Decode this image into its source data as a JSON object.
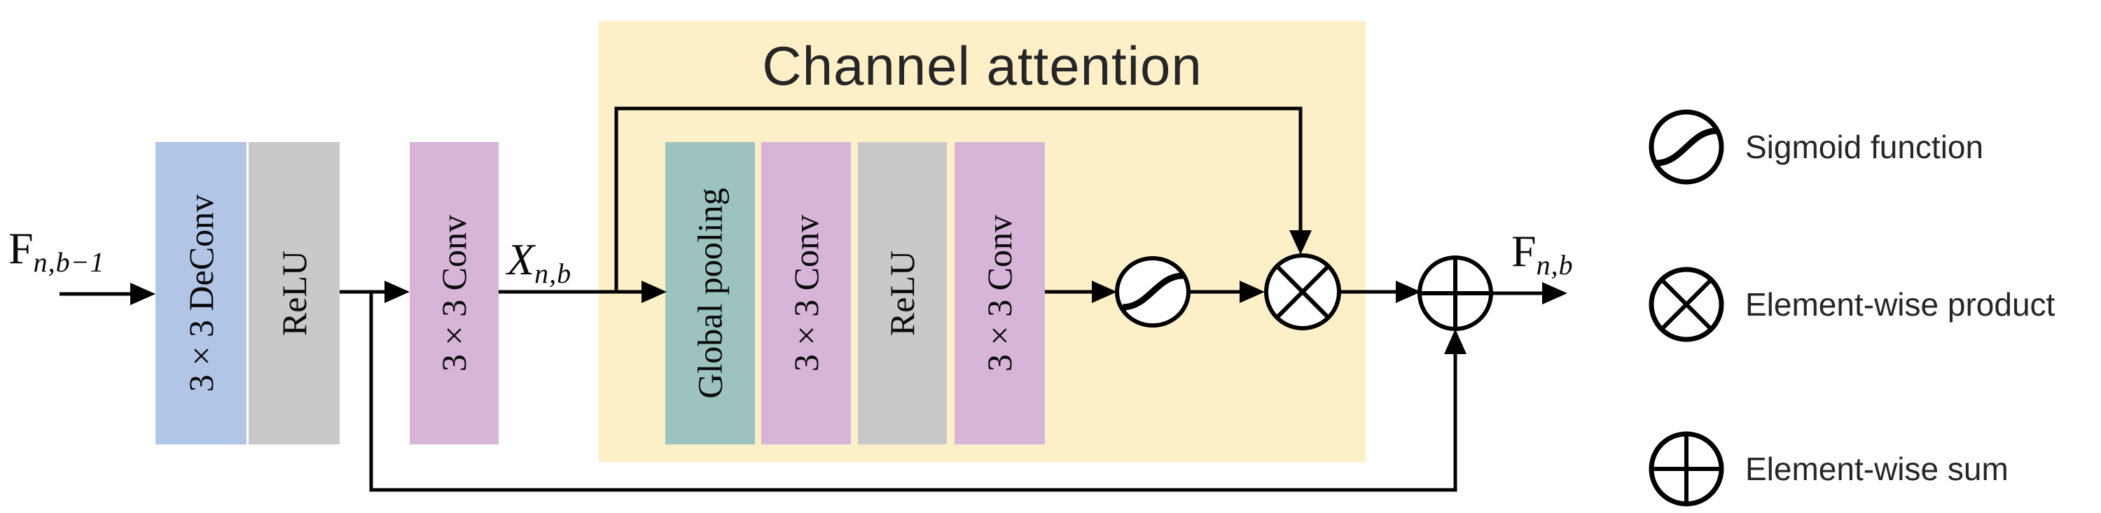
{
  "diagram": {
    "region": {
      "title": "Channel attention",
      "bg": "#fdf0c9"
    },
    "blocks": [
      {
        "label": "3 × 3 DeConv",
        "color": "#b1c6e7"
      },
      {
        "label": "ReLU",
        "color": "#c9c9c9"
      },
      {
        "label": "3 × 3 Conv",
        "color": "#d7b5d9"
      },
      {
        "label": "Global pooling",
        "color": "#9cc3c0"
      },
      {
        "label": "3 × 3 Conv",
        "color": "#d7b5d9"
      },
      {
        "label": "ReLU",
        "color": "#c9c9c9"
      },
      {
        "label": "3 × 3 Conv",
        "color": "#d7b5d9"
      }
    ],
    "labels": {
      "input": {
        "base": "F",
        "sub": "n,b−1"
      },
      "feature": {
        "base": "X",
        "sub": "n,b"
      },
      "output": {
        "base": "F",
        "sub": "n,b"
      }
    },
    "legend": {
      "items": [
        {
          "label": "Sigmoid function"
        },
        {
          "label": "Element-wise product"
        },
        {
          "label": "Element-wise sum"
        }
      ]
    },
    "colors": {
      "line": "#000000",
      "text": "#262626"
    }
  }
}
